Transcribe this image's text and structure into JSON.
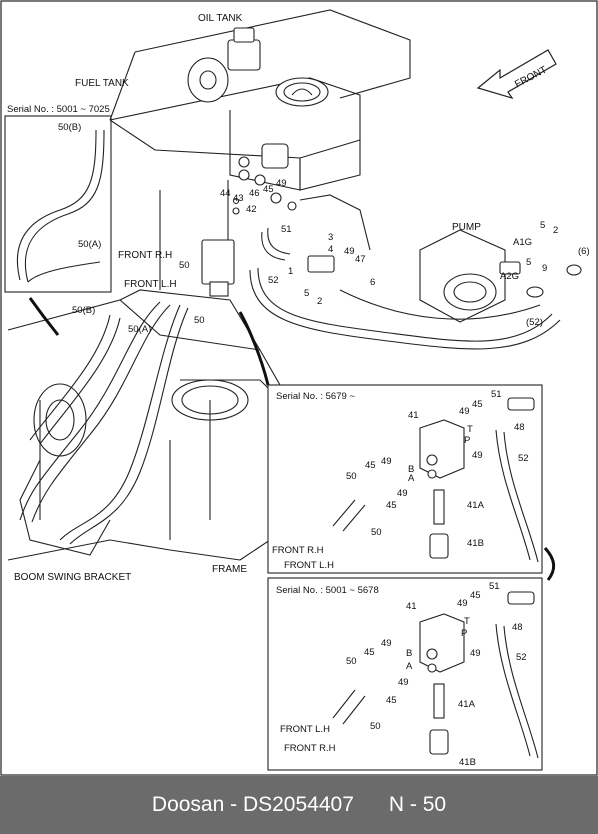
{
  "labels": {
    "oil_tank": "OIL TANK",
    "fuel_tank": "FUEL TANK",
    "front_arrow": "FRONT",
    "pump": "PUMP",
    "front_rh": "FRONT R.H",
    "front_lh": "FRONT L.H",
    "boom_swing_bracket": "BOOM SWING BRACKET",
    "frame": "FRAME"
  },
  "inset_top_left": {
    "serial": "Serial No. : 5001 ~ 7025",
    "callouts": [
      "50(B)",
      "50(A)"
    ]
  },
  "main_callouts": {
    "hose_a": "50(B)",
    "hose_b": "50(A)",
    "n44": "44",
    "n43": "43",
    "n42": "42",
    "n46": "46",
    "n45": "45",
    "n49a": "49",
    "n51": "51",
    "n3": "3",
    "n4": "4",
    "n1": "1",
    "n49b": "49",
    "n47": "47",
    "n6a": "6",
    "n5a": "5",
    "n2a": "2",
    "n52": "52",
    "n50a": "50",
    "n50b": "50",
    "n5b": "5",
    "n2b": "2",
    "a1g": "A1G",
    "a2g": "A2G",
    "n9": "9",
    "n5c": "5",
    "n6b": "(6)",
    "n52b": "(52)"
  },
  "inset_mid": {
    "serial": "Serial No. : 5679 ~",
    "callouts": [
      "41",
      "49",
      "45",
      "51",
      "T",
      "P",
      "48",
      "49",
      "52",
      "B",
      "A",
      "45",
      "50",
      "49",
      "45",
      "41A",
      "50",
      "41B",
      "49"
    ],
    "front_rh": "FRONT R.H",
    "front_lh": "FRONT L.H"
  },
  "inset_bottom": {
    "serial": "Serial No. : 5001 ~ 5678",
    "callouts": [
      "41",
      "49",
      "45",
      "51",
      "T",
      "P",
      "48",
      "49",
      "52",
      "B",
      "A",
      "45",
      "50",
      "49",
      "45",
      "41A",
      "50",
      "41B",
      "49"
    ],
    "front_lh": "FRONT L.H",
    "front_rh": "FRONT R.H"
  },
  "footer": {
    "brand": "Doosan - DS2054407",
    "page": "N - 50"
  }
}
